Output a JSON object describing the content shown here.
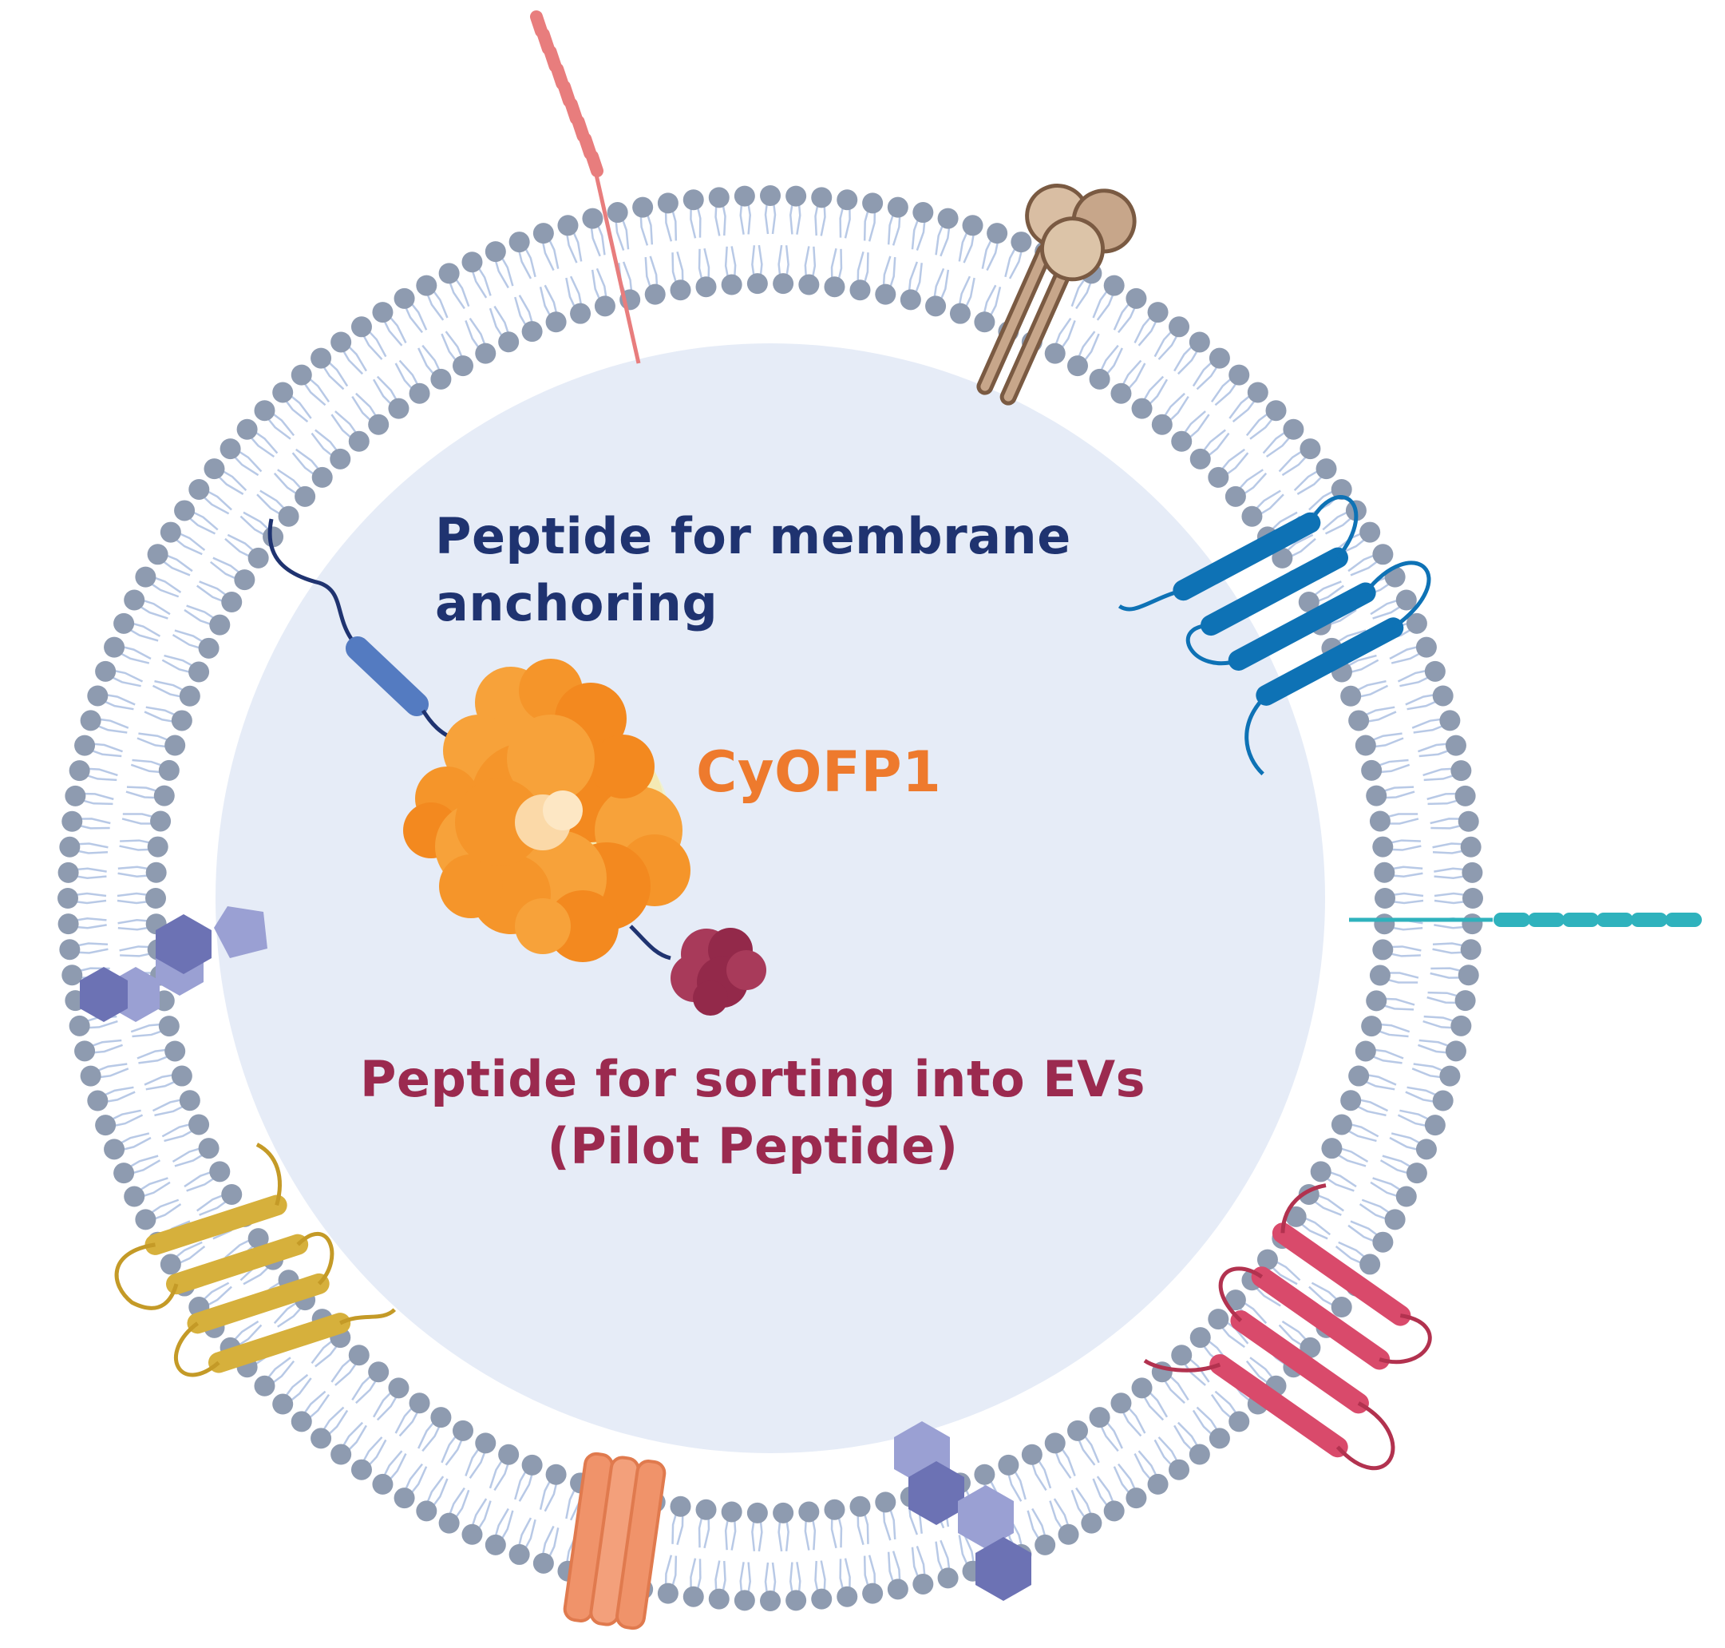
{
  "labels": {
    "membrane_anchoring": [
      "Peptide for membrane",
      "anchoring"
    ],
    "fluorescent_protein": "CyOFP1",
    "sorting_peptide": [
      "Peptide for sorting into EVs",
      "(Pilot Peptide)"
    ]
  },
  "colors": {
    "vesicle_interior": "#e6ecf7",
    "lipid_head": "#8e9bb0",
    "lipid_tail": "#b8c9e6",
    "anchor_text": "#1f3370",
    "cyofp_text": "#ee7a2d",
    "pilot_text": "#9b2a4f",
    "cyofp_protein": "#f5952a",
    "pilot_peptide": "#a83a5a",
    "anchor_peptide": "#5b82c9",
    "receptor_blue": "#0e72b5",
    "receptor_gold": "#d6b03c",
    "receptor_red": "#d94a6b",
    "channel_orange": "#f0936a",
    "glycan_purple": "#6c72b4",
    "protein_brown": "#c7a68a",
    "chain_salmon": "#e87d7d",
    "chain_teal": "#2fb2bd"
  },
  "icons": {
    "vesicle": "extracellular-vesicle",
    "membrane": "lipid-bilayer",
    "cyofp": "fluorescent-protein-blob",
    "pilot": "peptide-blob",
    "anchor": "peptide-chain",
    "receptors": [
      "blue-transmembrane-receptor",
      "gold-transmembrane-receptor",
      "red-transmembrane-receptor"
    ],
    "channel": "orange-ion-channel",
    "glycans": [
      "purple-glycan-left",
      "purple-glycan-bottom"
    ],
    "membrane_protein": "brown-membrane-protein",
    "chains": [
      "salmon-surface-chain",
      "teal-surface-chain"
    ]
  }
}
